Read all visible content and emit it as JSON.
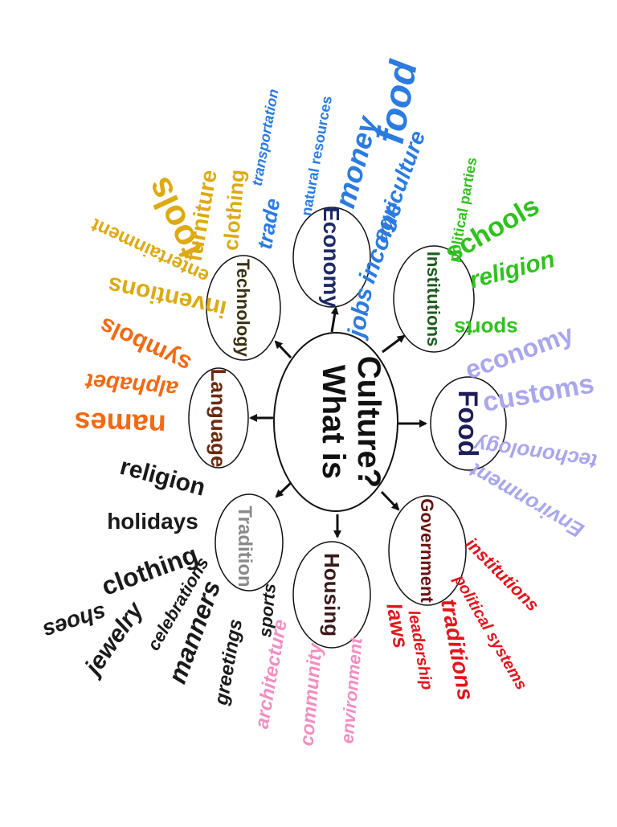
{
  "center": {
    "line1": "What is",
    "line2": "Culture?"
  },
  "colors": {
    "economy": "#2b7be0",
    "institutions": "#2fc21d",
    "food": "#a9a6ee",
    "government": "#e4141d",
    "housing": "#f28ec2",
    "tradition": "#1a1a1a",
    "language": "#f26a12",
    "technology": "#dcaa12",
    "economy_label": "#1e2a66",
    "institutions_label": "#1f5a1f",
    "food_label": "#1e1e5a",
    "government_label": "#6a1010",
    "housing_label": "#3a1a1a",
    "tradition_label": "#8a8a8a",
    "language_label": "#6a2a10",
    "technology_label": "#3a3010"
  },
  "topics": {
    "economy": {
      "label": "Economy",
      "words": [
        "trade",
        "transportation",
        "natural resources",
        "money",
        "agriculture",
        "food",
        "income",
        "jobs"
      ]
    },
    "institutions": {
      "label": "Institutions",
      "words": [
        "political parties",
        "schools",
        "religion",
        "sports"
      ]
    },
    "food": {
      "label": "Food",
      "words": [
        "economy",
        "customs",
        "techonology",
        "Environment"
      ]
    },
    "government": {
      "label": "Government",
      "words": [
        "institutions",
        "political systems",
        "traditions",
        "leadership",
        "laws"
      ]
    },
    "housing": {
      "label": "Housing",
      "words": [
        "architecture",
        "community",
        "environment"
      ]
    },
    "tradition": {
      "label": "Tradition",
      "words": [
        "religion",
        "holidays",
        "clothing",
        "shoes",
        "jewelry",
        "celebrations",
        "manners",
        "greetings",
        "sports"
      ]
    },
    "language": {
      "label": "Language",
      "words": [
        "symbols",
        "alphabet",
        "names"
      ]
    },
    "technology": {
      "label": "Technology",
      "words": [
        "inventions",
        "entertainment",
        "tools",
        "furniture",
        "clothing"
      ]
    }
  }
}
